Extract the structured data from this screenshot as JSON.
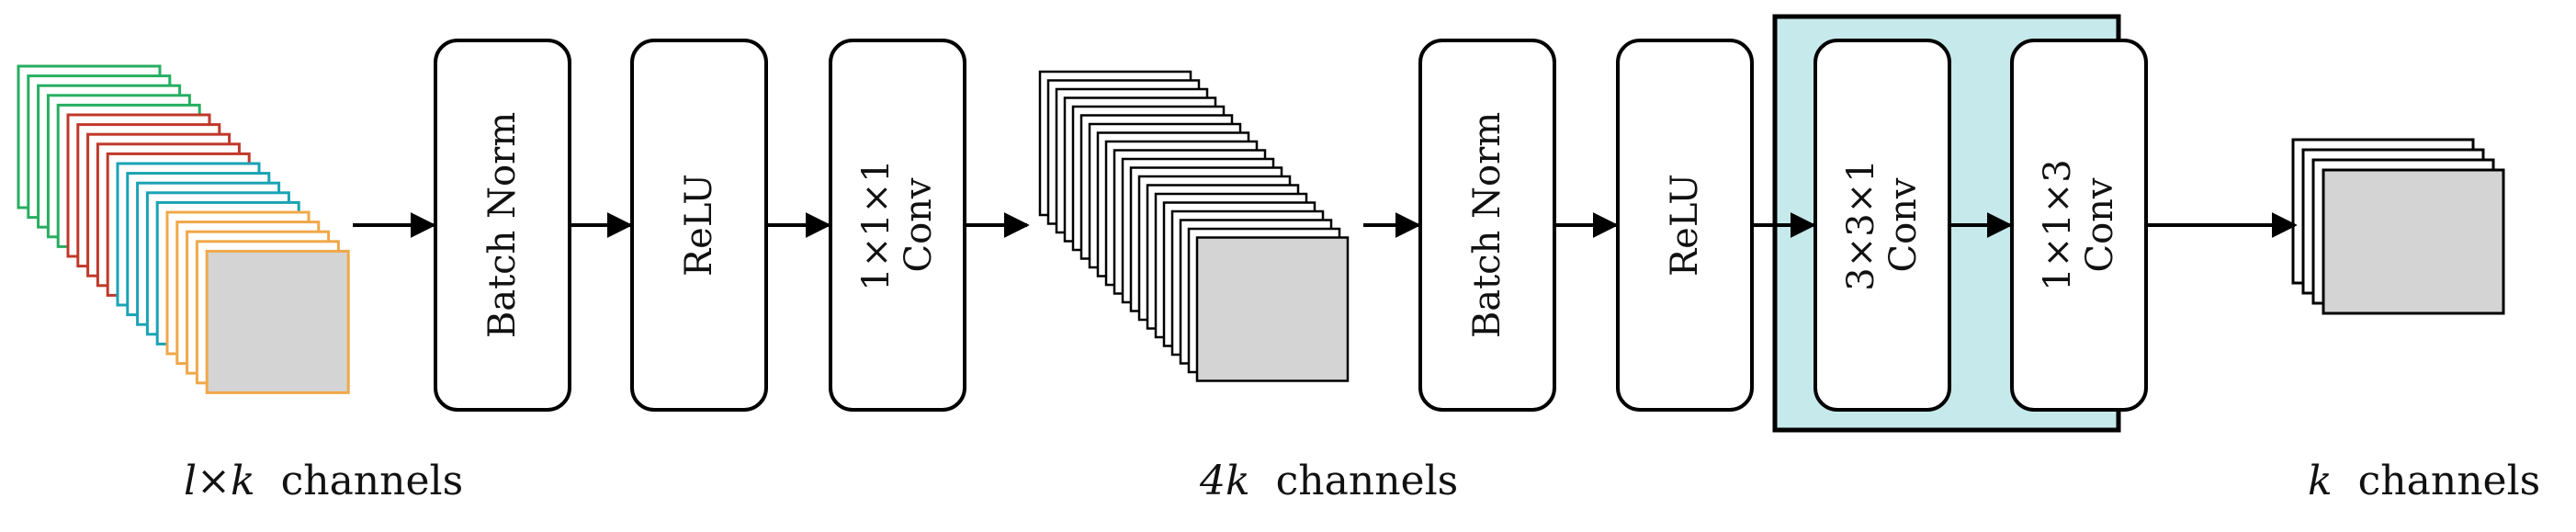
{
  "colors": {
    "stack_green": "#27ae60",
    "stack_red": "#c0392b",
    "stack_teal": "#1aa3b4",
    "stack_orange": "#f0a84a",
    "feature_fill": "#d4d4d4",
    "highlight_fill": "#c6e9eb",
    "stroke": "#000000"
  },
  "blocks": {
    "bn1": {
      "lines": [
        "Batch Norm"
      ]
    },
    "relu1": {
      "lines": [
        "ReLU"
      ]
    },
    "conv1": {
      "lines": [
        "1×1×1",
        "Conv"
      ]
    },
    "bn2": {
      "lines": [
        "Batch Norm"
      ]
    },
    "relu2": {
      "lines": [
        "ReLU"
      ]
    },
    "conv331": {
      "lines": [
        "3×3×1",
        "Conv"
      ]
    },
    "conv113": {
      "lines": [
        "1×1×3",
        "Conv"
      ]
    }
  },
  "captions": {
    "input": {
      "math": "l×k",
      "text": "channels"
    },
    "middle": {
      "math": "4k",
      "text": "channels"
    },
    "output": {
      "math": "k",
      "text": "channels"
    }
  }
}
